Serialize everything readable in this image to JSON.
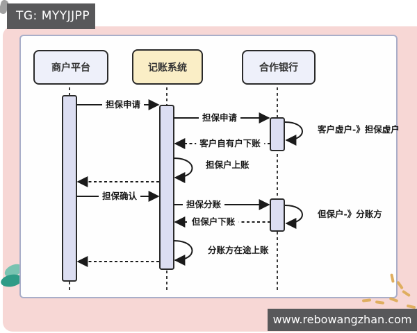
{
  "badge": {
    "text": "TG: MYYJJPP"
  },
  "watermark": {
    "text": "www.rebowangzhan.com"
  },
  "diagram": {
    "type": "uml-sequence",
    "participants": [
      {
        "id": "merchant",
        "label": "商户平台"
      },
      {
        "id": "ledger",
        "label": "记账系统"
      },
      {
        "id": "bank",
        "label": "合作银行"
      }
    ],
    "messages": [
      {
        "label": "担保申请",
        "from": "merchant",
        "to": "ledger",
        "type": "solid"
      },
      {
        "label": "担保申请",
        "from": "ledger",
        "to": "bank",
        "type": "solid"
      },
      {
        "label": "客户虚户-》担保虚户",
        "from": "bank",
        "to": "bank",
        "type": "self"
      },
      {
        "label": "客户自有户下账",
        "from": "bank",
        "to": "ledger",
        "type": "dashed"
      },
      {
        "label": "担保户上账",
        "from": "ledger",
        "to": "ledger",
        "type": "self"
      },
      {
        "label": "",
        "from": "ledger",
        "to": "merchant",
        "type": "dashed"
      },
      {
        "label": "担保确认",
        "from": "merchant",
        "to": "ledger",
        "type": "solid"
      },
      {
        "label": "担保分账",
        "from": "ledger",
        "to": "bank",
        "type": "solid"
      },
      {
        "label": "但保户-》分账方",
        "from": "bank",
        "to": "bank",
        "type": "self"
      },
      {
        "label": "但保户下账",
        "from": "bank",
        "to": "ledger",
        "type": "dashed"
      },
      {
        "label": "分账方在途上账",
        "from": "ledger",
        "to": "ledger",
        "type": "self"
      },
      {
        "label": "",
        "from": "ledger",
        "to": "merchant",
        "type": "dashed"
      }
    ],
    "colors": {
      "background_pink": "#f7d7d5",
      "participant_fill": "#eef0fa",
      "ledger_fill": "#faeec6",
      "activation_fill": "#dcdef2",
      "border_dark": "#2a2a2a",
      "card_border": "#a9aec9",
      "badge_bg": "#58585a",
      "accent_teal": "#2f9b86",
      "accent_gold": "#dfae5f"
    }
  }
}
